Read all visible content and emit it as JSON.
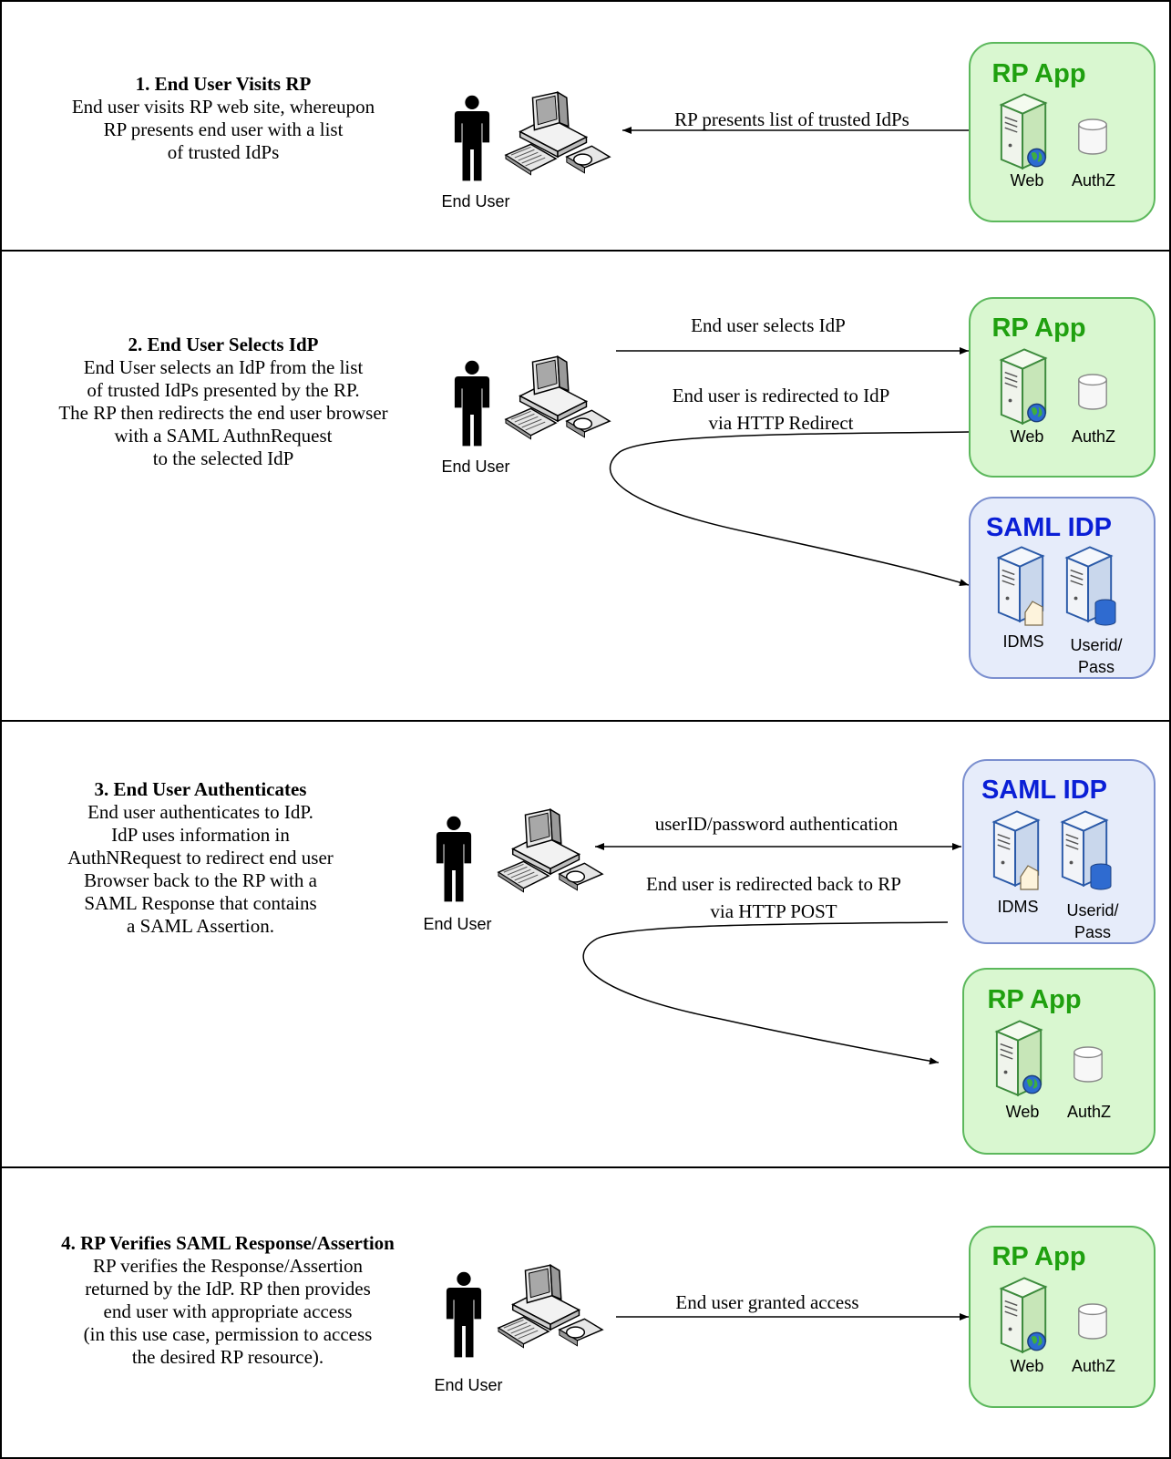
{
  "steps": [
    {
      "heading": "1. End User Visits RP",
      "lines": [
        "End user visits RP web site, whereupon",
        "RP presents end user with a list",
        "of trusted IdPs"
      ],
      "user_label": "End User",
      "arrows": [
        {
          "label": "RP presents list of trusted IdPs"
        }
      ],
      "apps": [
        {
          "title": "RP App",
          "labels": [
            "Web",
            "AuthZ"
          ]
        }
      ]
    },
    {
      "heading": "2. End User Selects IdP",
      "lines": [
        "End User selects an IdP from the list",
        "of trusted IdPs presented by the RP.",
        "The RP then redirects the end user browser",
        "with a SAML AuthnRequest",
        "to the selected IdP"
      ],
      "user_label": "End User",
      "arrows": [
        {
          "label": "End user selects IdP"
        },
        {
          "label_lines": [
            "End user is redirected to IdP",
            "via HTTP Redirect"
          ]
        }
      ],
      "apps": [
        {
          "title": "RP App",
          "labels": [
            "Web",
            "AuthZ"
          ]
        },
        {
          "title": "SAML IDP",
          "labels": [
            "IDMS",
            "Userid/",
            "Pass"
          ]
        }
      ]
    },
    {
      "heading": "3. End User Authenticates",
      "lines": [
        "End user authenticates to IdP.",
        "IdP uses information in",
        "AuthNRequest to redirect end user",
        "Browser back to the RP with a",
        "SAML Response that contains",
        "a SAML Assertion."
      ],
      "user_label": "End User",
      "arrows": [
        {
          "label": "userID/password authentication"
        },
        {
          "label_lines": [
            "End user is  redirected back to RP",
            "via HTTP POST"
          ]
        }
      ],
      "apps": [
        {
          "title": "SAML IDP",
          "labels": [
            "IDMS",
            "Userid/",
            "Pass"
          ]
        },
        {
          "title": "RP App",
          "labels": [
            "Web",
            "AuthZ"
          ]
        }
      ]
    },
    {
      "heading": "4. RP Verifies SAML Response/Assertion",
      "lines": [
        "RP verifies the Response/Assertion",
        "returned by the IdP.  RP then provides",
        "end user with appropriate access",
        "(in this use case, permission to access",
        "the desired RP resource)."
      ],
      "user_label": "End User",
      "arrows": [
        {
          "label": "End user granted access"
        }
      ],
      "apps": [
        {
          "title": "RP App",
          "labels": [
            "Web",
            "AuthZ"
          ]
        }
      ]
    }
  ],
  "colors": {
    "rp_fill": "#d9f7d0",
    "rp_stroke": "#5cb85c",
    "rp_title": "#1fa00f",
    "idp_fill": "#e6ecfa",
    "idp_stroke": "#7b8fcf",
    "idp_title": "#0a1fd6",
    "border": "#000000"
  },
  "icons": [
    "person-icon",
    "computer-icon",
    "web-server-icon",
    "globe-icon",
    "database-icon",
    "idp-server-icon"
  ]
}
